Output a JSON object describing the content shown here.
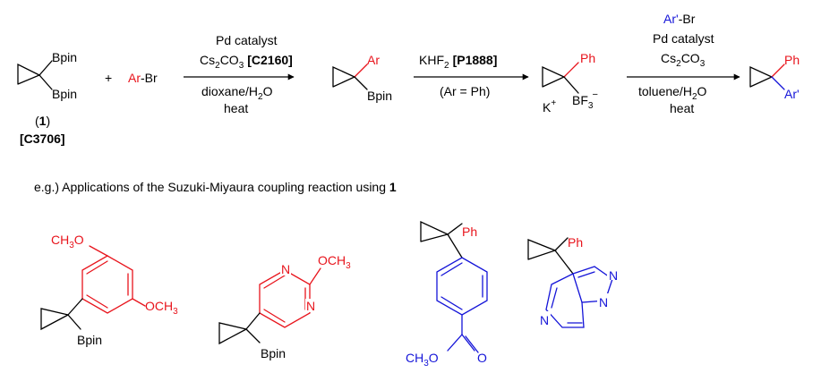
{
  "scheme": {
    "compound1": {
      "sub1": "Bpin",
      "sub2": "Bpin",
      "label_open": "(",
      "label_num": "1",
      "label_close": ")",
      "code": "[C3706]"
    },
    "plus": "+",
    "reagent": {
      "ar": "Ar",
      "rest": "-Br"
    },
    "step1": {
      "line1": "Pd catalyst",
      "cs": "Cs",
      "cs_sub": "2",
      "co": "CO",
      "co_sub": "3",
      "code": "[C2160]",
      "below1_a": "dioxane/H",
      "below1_sub": "2",
      "below1_b": "O",
      "below2": "heat"
    },
    "intermediate1": {
      "ar": "Ar",
      "bpin": "Bpin"
    },
    "step2": {
      "khf": "KHF",
      "khf_sub": "2",
      "code": "[P1888]",
      "below": "(Ar = Ph)"
    },
    "intermediate2": {
      "ph": "Ph",
      "k": "K",
      "k_sup": "+",
      "bf": "BF",
      "bf_sub": "3",
      "bf_sup": "−"
    },
    "step3": {
      "top_ar": "Ar'",
      "top_br": "-Br",
      "line2": "Pd catalyst",
      "cs": "Cs",
      "cs_sub": "2",
      "co": "CO",
      "co_sub": "3",
      "below1_a": "toluene/H",
      "below1_sub": "2",
      "below1_b": "O",
      "below2": "heat"
    },
    "product": {
      "ph": "Ph",
      "ar": "Ar'"
    }
  },
  "examples": {
    "heading_text": "e.g.)  Applications of the Suzuki-Miyaura coupling reaction using ",
    "heading_bold": "1",
    "ex1": {
      "ch3o": "CH",
      "ch3o_sub": "3",
      "ch3o_o": "O",
      "och3": "OCH",
      "och3_sub": "3",
      "bpin": "Bpin"
    },
    "ex2": {
      "n1": "N",
      "n2": "N",
      "och3": "OCH",
      "och3_sub": "3",
      "bpin": "Bpin"
    },
    "ex3": {
      "ph": "Ph",
      "ch3o": "CH",
      "ch3o_sub": "3",
      "ch3o_o": "O",
      "o": "O"
    },
    "ex4": {
      "ph": "Ph",
      "n1": "N",
      "n2": "N",
      "n3": "N"
    }
  },
  "colors": {
    "red": "#e8141c",
    "blue": "#1414d8",
    "black": "#000000"
  }
}
